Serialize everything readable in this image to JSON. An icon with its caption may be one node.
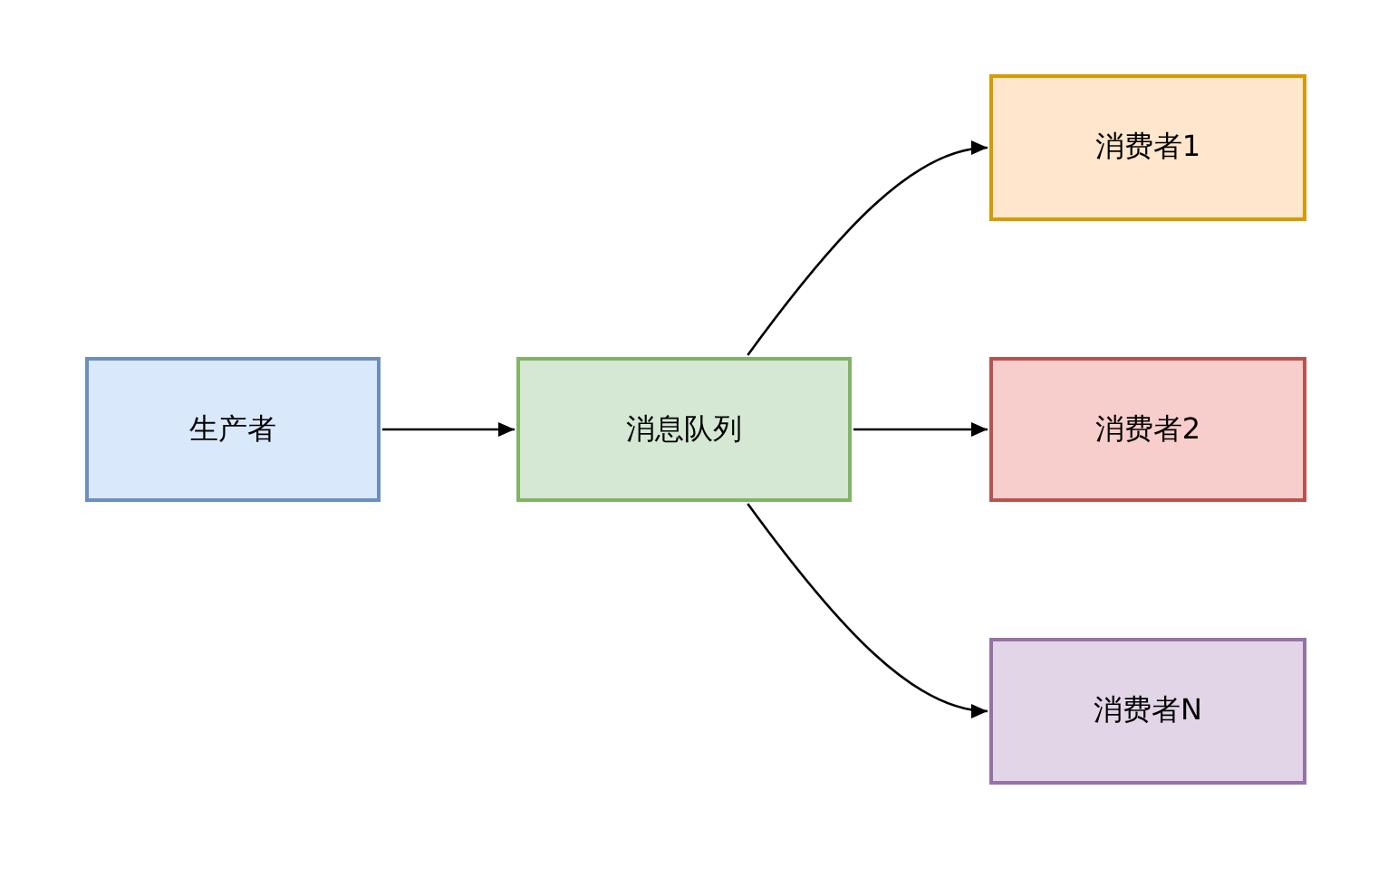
{
  "diagram": {
    "nodes": [
      {
        "text": [
          "生产者"
        ]
      },
      {
        "text": [
          "消息队列"
        ]
      },
      {
        "text": [
          "消费者1"
        ]
      },
      {
        "text": [
          "消费者2"
        ]
      },
      {
        "text": [
          "消费者N"
        ]
      }
    ],
    "edges": [
      {
        "from": 0,
        "to": 1,
        "arrow": "to"
      },
      {
        "from": 1,
        "to": 2,
        "arrow": "to"
      },
      {
        "from": 1,
        "to": 3,
        "arrow": "to"
      },
      {
        "from": 1,
        "to": 4,
        "arrow": "to"
      }
    ]
  }
}
